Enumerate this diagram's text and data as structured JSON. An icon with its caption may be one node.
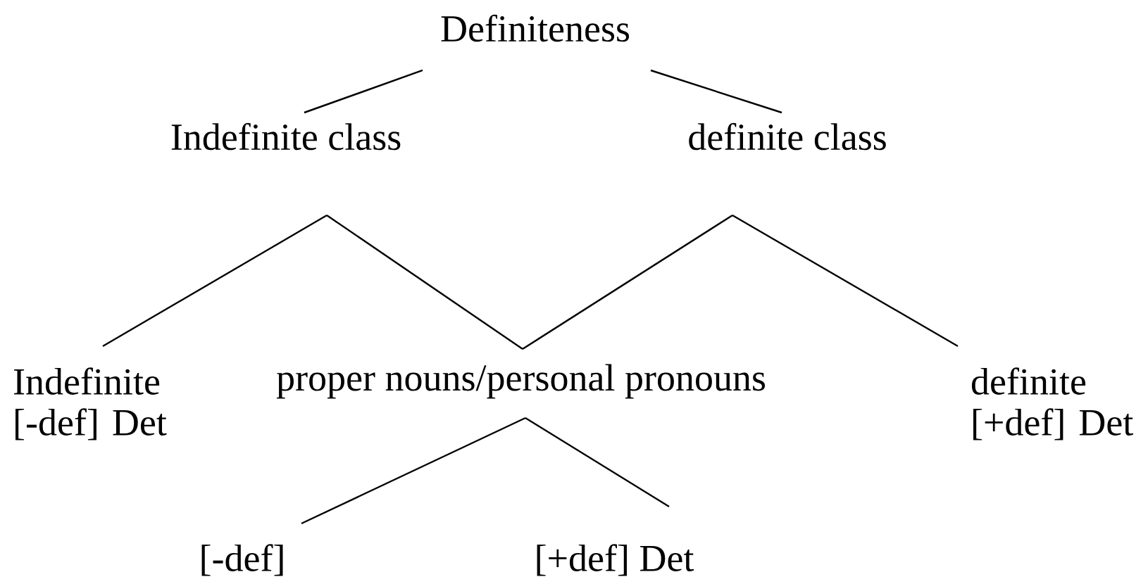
{
  "diagram": {
    "nodes": [
      {
        "text": [
          "Definiteness"
        ]
      },
      {
        "text": [
          "Indefinite class"
        ]
      },
      {
        "text": [
          "definite class"
        ]
      },
      {
        "text": [
          "Indefinite [-def] Det"
        ]
      },
      {
        "text": [
          "proper nouns/personal pronouns"
        ]
      },
      {
        "text": [
          "definite [+def] Det"
        ]
      },
      {
        "text": [
          "[-def]"
        ]
      },
      {
        "text": [
          "[+def] Det"
        ]
      }
    ],
    "edges": [
      {
        "from": 0,
        "to": 1,
        "arrow": "none"
      },
      {
        "from": 0,
        "to": 2,
        "arrow": "none"
      },
      {
        "from": 1,
        "to": 3,
        "arrow": "none"
      },
      {
        "from": 1,
        "to": 4,
        "arrow": "none"
      },
      {
        "from": 2,
        "to": 4,
        "arrow": "none"
      },
      {
        "from": 2,
        "to": 5,
        "arrow": "none"
      },
      {
        "from": 4,
        "to": 6,
        "arrow": "none"
      },
      {
        "from": 4,
        "to": 7,
        "arrow": "none"
      }
    ]
  }
}
